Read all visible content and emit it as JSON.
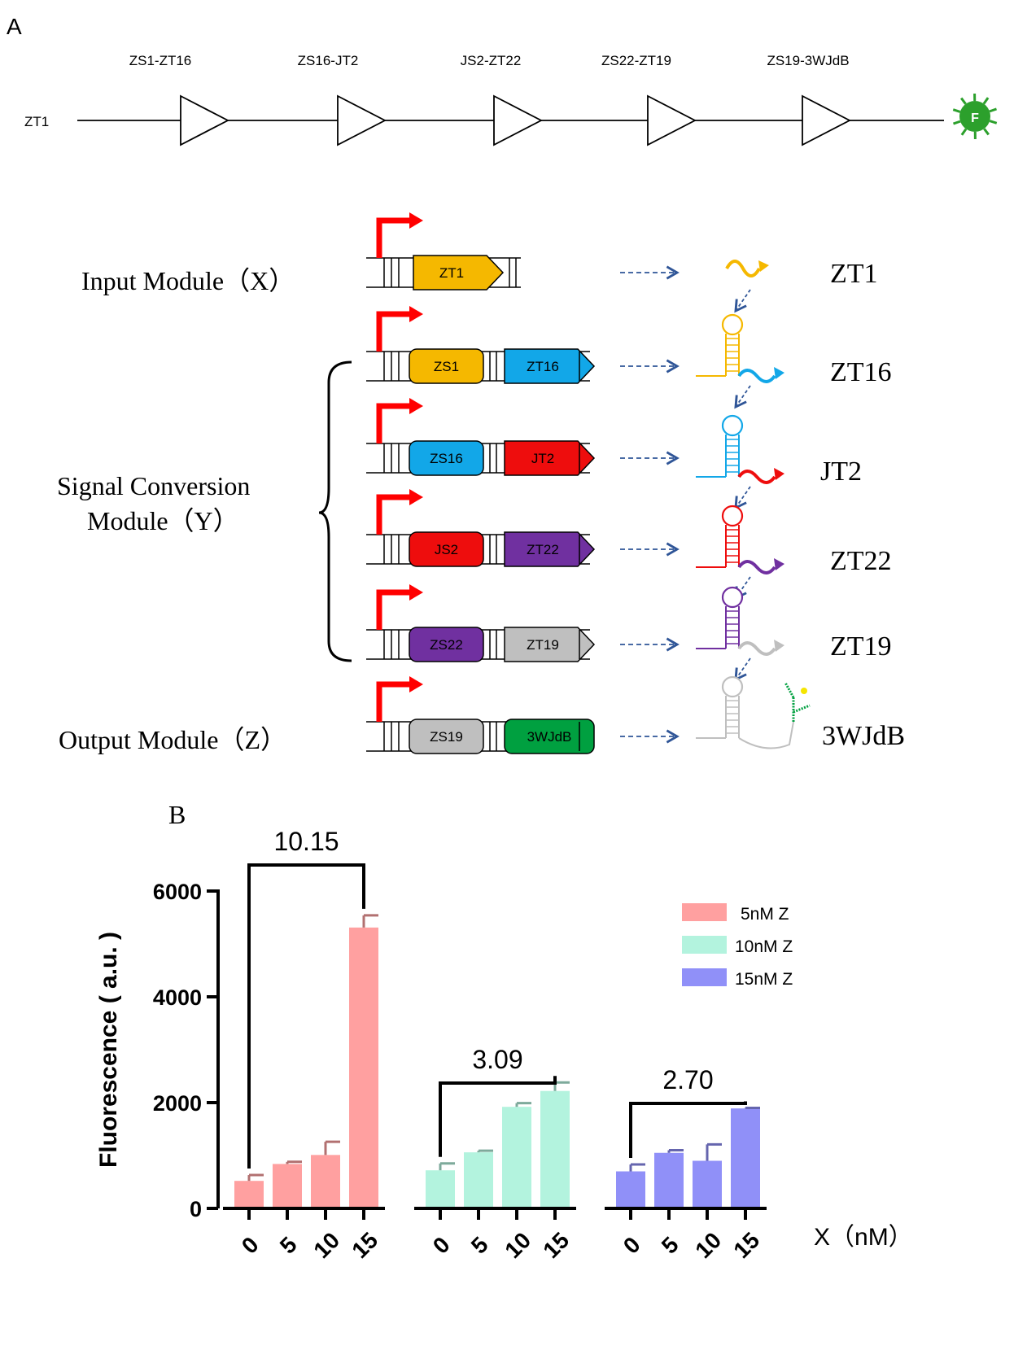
{
  "panel_a": {
    "label": "A",
    "pathway": {
      "start_label": "ZT1",
      "steps": [
        "ZS1-ZT16",
        "ZS16-JT2",
        "JS2-ZT22",
        "ZS22-ZT19",
        "ZS19-3WJdB"
      ],
      "reporter_letter": "F",
      "reporter_color": "#2ca02c"
    },
    "modules": {
      "input": "Input Module（X）",
      "signal_line1": "Signal Conversion",
      "signal_line2": "Module（Y）",
      "output": "Output Module（Z）"
    },
    "constructs": [
      {
        "parts": [
          {
            "label": "ZT1",
            "color": "#f5b800",
            "shape": "arrow"
          }
        ],
        "product": "ZT1"
      },
      {
        "parts": [
          {
            "label": "ZS1",
            "color": "#f5b800",
            "shape": "round"
          },
          {
            "label": "ZT16",
            "color": "#12a7e8",
            "shape": "arrow"
          }
        ],
        "product": "ZT16"
      },
      {
        "parts": [
          {
            "label": "ZS16",
            "color": "#12a7e8",
            "shape": "round"
          },
          {
            "label": "JT2",
            "color": "#ee0d0d",
            "shape": "arrow"
          }
        ],
        "product": "JT2"
      },
      {
        "parts": [
          {
            "label": "JS2",
            "color": "#ee0d0d",
            "shape": "round"
          },
          {
            "label": "ZT22",
            "color": "#7030a0",
            "shape": "arrow"
          }
        ],
        "product": "ZT22"
      },
      {
        "parts": [
          {
            "label": "ZS22",
            "color": "#7030a0",
            "shape": "round"
          },
          {
            "label": "ZT19",
            "color": "#bfbfbf",
            "shape": "arrow"
          }
        ],
        "product": "ZT19"
      },
      {
        "parts": [
          {
            "label": "ZS19",
            "color": "#bfbfbf",
            "shape": "round"
          },
          {
            "label": "3WJdB",
            "color": "#00a040",
            "shape": "round"
          }
        ],
        "product": "3WJdB"
      }
    ],
    "promoter_color": "#ff0000",
    "arrow_color": "#2f5597"
  },
  "chart_data": {
    "panel_label": "B",
    "type": "bar",
    "ylabel": "Fluorescence ( a.u. )",
    "xlabel": "X（nM）",
    "ylim": [
      0,
      6000
    ],
    "yticks": [
      0,
      2000,
      4000,
      6000
    ],
    "categories": [
      "0",
      "5",
      "10",
      "15"
    ],
    "series": [
      {
        "name": "5nM Z",
        "color": "#ffa0a0",
        "values": [
          520,
          840,
          1010,
          5310
        ],
        "errors": [
          110,
          40,
          250,
          230
        ]
      },
      {
        "name": "10nM Z",
        "color": "#b3f3de",
        "values": [
          720,
          1060,
          1920,
          2220
        ],
        "errors": [
          130,
          30,
          70,
          160
        ]
      },
      {
        "name": "15nM Z",
        "color": "#9090f8",
        "values": [
          700,
          1050,
          900,
          1890
        ],
        "errors": [
          130,
          50,
          310,
          10
        ]
      }
    ],
    "fold_changes": [
      "10.15",
      "3.09",
      "2.70"
    ],
    "legend_position": "top-right"
  }
}
